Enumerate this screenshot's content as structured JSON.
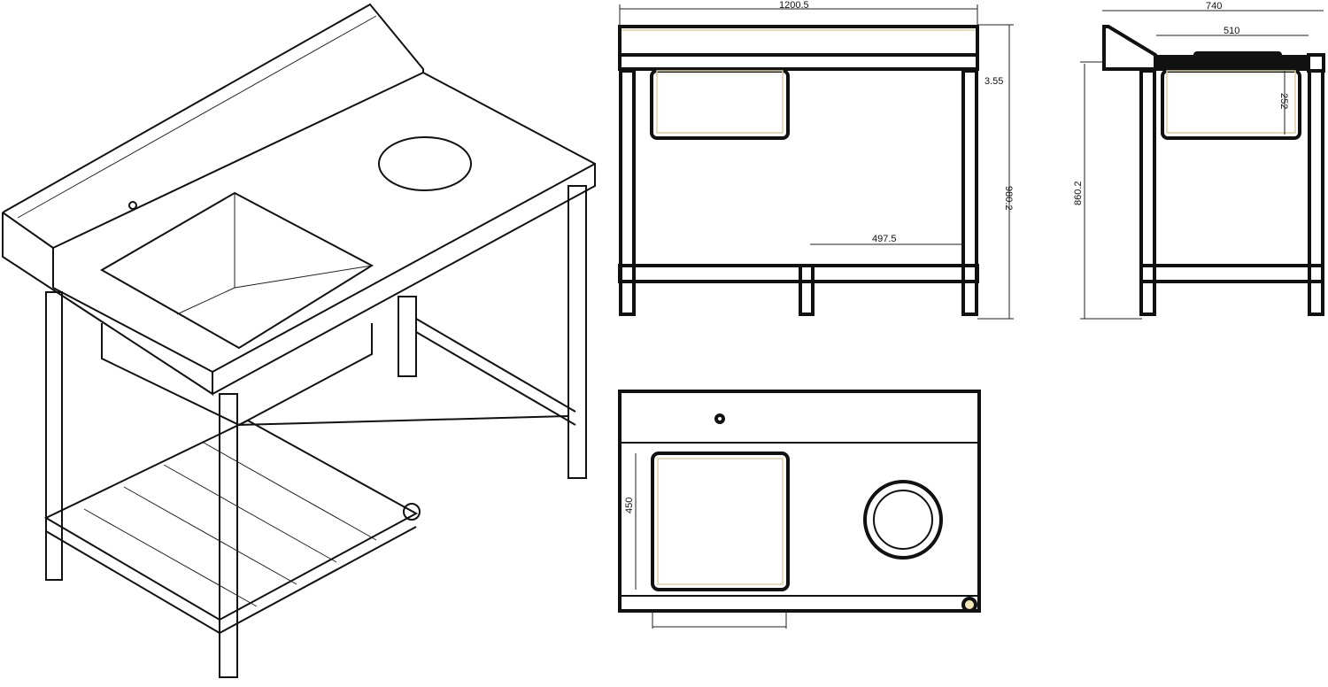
{
  "title": "Sink table technical drawing",
  "dimensions": {
    "front_width": "1200.5",
    "top_thickness": "3.55",
    "front_height": "980.2",
    "leg_spacing": "497.5",
    "side_depth": "740",
    "sink_depth_width": "510",
    "sink_depth": "252",
    "side_height": "860.2",
    "sink_width": "450"
  },
  "colors": {
    "line": "#111111",
    "accent": "#d9cfa8"
  }
}
